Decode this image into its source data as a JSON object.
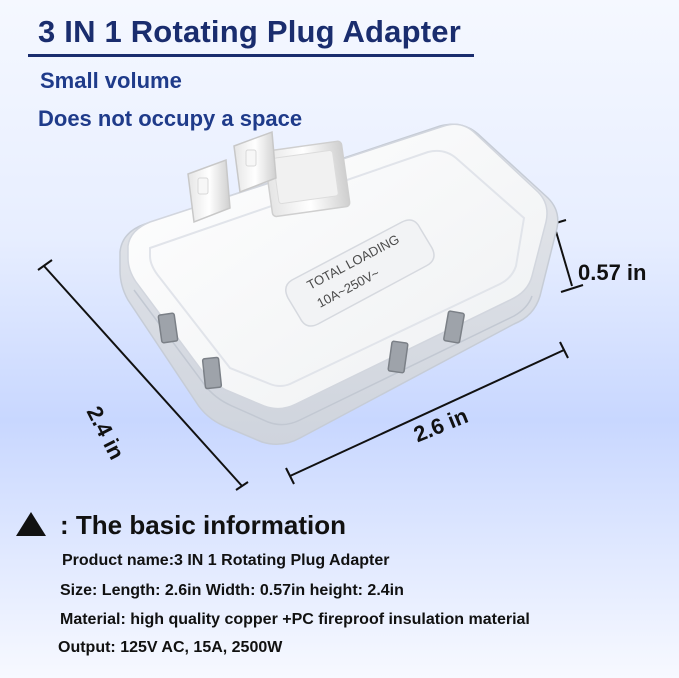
{
  "header": {
    "title": "3 IN 1 Rotating Plug Adapter",
    "subtitle_1": "Small volume",
    "subtitle_2": "Does not occupy a space"
  },
  "product": {
    "label_top_1": "TOTAL LOADING",
    "label_top_2": "10A~250V~",
    "dimensions": {
      "depth_label": "0.57 in",
      "width_label": "2.6 in",
      "height_label": "2.4 in"
    }
  },
  "info": {
    "title": ": The basic information",
    "lines": [
      "Product name:3 IN 1 Rotating Plug Adapter",
      "Size: Length: 2.6in Width: 0.57in height: 2.4in",
      "Material: high quality copper +PC fireproof insulation material",
      "Output: 125V AC, 15A, 2500W"
    ]
  },
  "colors": {
    "title": "#1a2d6e",
    "subtitle": "#1f3b8a",
    "text": "#111111",
    "device_main": "#f7f7f5",
    "device_shadow": "#d9dde6"
  },
  "icons": {
    "bullet_icon": "triangle-up-icon"
  }
}
